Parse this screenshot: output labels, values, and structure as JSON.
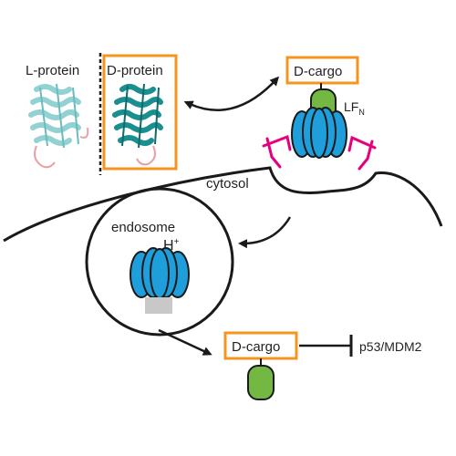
{
  "labels": {
    "l_protein": "L-protein",
    "d_protein": "D-protein",
    "d_cargo_top": "D-cargo",
    "lfn_main": "LF",
    "lfn_sub": "N",
    "cytosol": "cytosol",
    "endosome": "endosome",
    "proton_main": "H",
    "proton_sup": "+",
    "d_cargo_bottom": "D-cargo",
    "target": "p53/MDM2"
  },
  "colors": {
    "highlight_box": "#f7941d",
    "pore": "#1e9fdb",
    "pore_outline": "#1a1a1a",
    "lfn": "#72b843",
    "receptor": "#e6007e",
    "protein_l": "#93d2d3",
    "protein_d": "#1a8f8f",
    "membrane": "#1a1a1a",
    "receptor_stub": "#c8c8c8"
  },
  "icons": {
    "l_protein": "helix-bundle-icon",
    "d_protein": "helix-bundle-icon",
    "pore": "pa-pore-icon",
    "inhibition": "t-bar-inhibition-icon"
  }
}
